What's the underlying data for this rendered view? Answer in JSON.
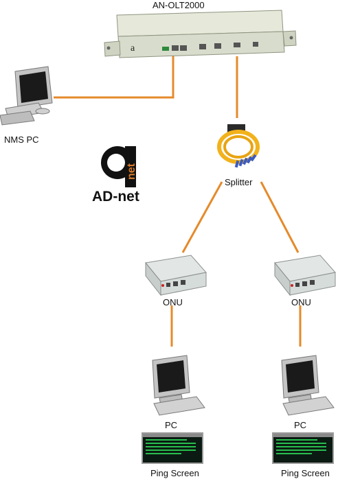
{
  "labels": {
    "olt": "AN-OLT2000",
    "nms_pc": "NMS PC",
    "splitter": "Splitter",
    "onu_left": "ONU",
    "onu_right": "ONU",
    "pc_left": "PC",
    "pc_right": "PC",
    "ping_left": "Ping Screen",
    "ping_right": "Ping Screen"
  },
  "brand": {
    "name": "AD-net",
    "logo_text": "net"
  },
  "colors": {
    "link": "#e58a2a",
    "device_body": "#d8dccc",
    "device_dark": "#9ea593",
    "onu_body": "#d6dcda",
    "monitor": "#bdbdbd",
    "screen": "#1a1a1a",
    "terminal_text": "#2fdc5a",
    "splitter_fiber": "#f2b21c",
    "splitter_connectors": "#3a5bc2"
  },
  "icons": [
    "olt-device-icon",
    "pc-icon",
    "onu-device-icon",
    "splitter-icon",
    "adnet-logo-icon"
  ]
}
